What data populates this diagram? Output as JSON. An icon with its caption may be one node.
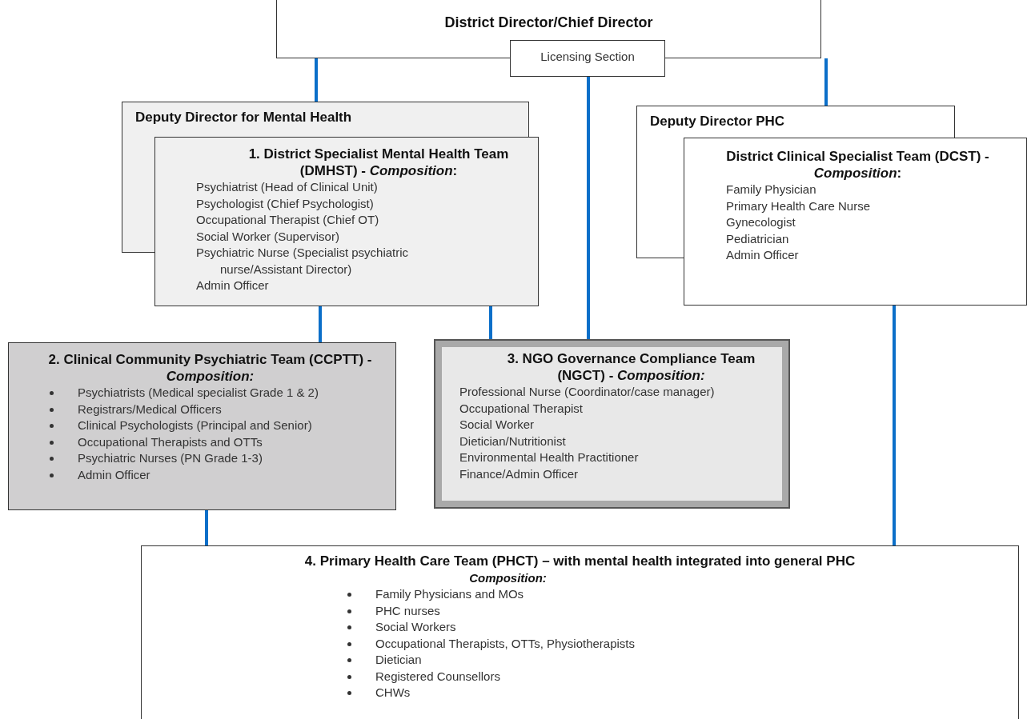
{
  "diagram": {
    "nodes": [
      {
        "text": [
          "District Director/Chief Director"
        ]
      },
      {
        "text": [
          "Licensing Section"
        ]
      },
      {
        "text": [
          "Deputy Director for Mental Health"
        ]
      },
      {
        "text": [
          "1. District Specialist Mental Health Team (DMHST) - *Composition*:",
          "Psychiatrist (Head of Clinical Unit)",
          "Psychologist (Chief Psychologist)",
          "Occupational Therapist (Chief OT)",
          "Social Worker (Supervisor)",
          "Psychiatric Nurse (Specialist psychiatric nurse/Assistant Director)",
          "Admin Officer"
        ]
      },
      {
        "text": [
          "Deputy Director PHC"
        ]
      },
      {
        "text": [
          "District Clinical Specialist Team (DCST) - *Composition*:",
          "Family Physician",
          "Primary Health Care Nurse",
          "Gynecologist",
          "Pediatrician",
          "Admin Officer"
        ]
      },
      {
        "text": [
          "2. Clinical Community Psychiatric Team (CCPTT) - *Composition:*",
          "Psychiatrists (Medical specialist Grade 1 & 2)",
          "Registrars/Medical Officers",
          "Clinical Psychologists (Principal and Senior)",
          "Occupational Therapists and OTTs",
          "Psychiatric Nurses (PN Grade 1-3)",
          "Admin Officer"
        ]
      },
      {
        "text": [
          "3. NGO Governance Compliance Team (NGCT) - *Composition:*",
          "Professional Nurse (Coordinator/case manager)",
          "Occupational Therapist",
          "Social Worker",
          "Dietician/Nutritionist",
          "Environmental Health Practitioner",
          "Finance/Admin Officer"
        ]
      },
      {
        "text": [
          "4. Primary Health Care Team (PHCT) – with mental health integrated into general PHC",
          "Composition:",
          "Family Physicians and MOs",
          "PHC nurses",
          "Social Workers",
          "Occupational Therapists, OTTs, Physiotherapists",
          "Dietician",
          "Registered Counsellors",
          "CHWs"
        ]
      }
    ],
    "edges": [
      {
        "from": 0,
        "to": 2,
        "arrow": "none"
      },
      {
        "from": 1,
        "to": 7,
        "arrow": "none"
      },
      {
        "from": 0,
        "to": 4,
        "arrow": "none"
      },
      {
        "from": 3,
        "to": 6,
        "arrow": "none"
      },
      {
        "from": 3,
        "to": 7,
        "arrow": "none"
      },
      {
        "from": 6,
        "to": 8,
        "arrow": "none"
      },
      {
        "from": 5,
        "to": 8,
        "arrow": "none"
      }
    ]
  }
}
